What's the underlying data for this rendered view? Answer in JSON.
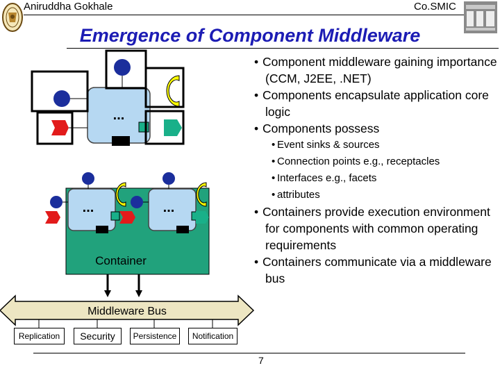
{
  "header": {
    "author": "Aniruddha Gokhale",
    "project": "Co.SMIC"
  },
  "slide": {
    "title": "Emergence of Component Middleware",
    "page_number": "7"
  },
  "diagram": {
    "ellipsis": "...",
    "container_label": "Container",
    "bus_label": "Middleware Bus",
    "services": [
      "Replication",
      "Security",
      "Persistence",
      "Notification"
    ],
    "colors": {
      "component_fill": "#b6d8f2",
      "container_fill": "#21a27c",
      "facet_blue": "#1b2e9c",
      "receptacle_yellow": "#ffff00",
      "event_source_red": "#e21b1b",
      "event_sink_green": "#19b089",
      "bus_fill": "#ede6c2"
    }
  },
  "bullets": [
    {
      "level": 1,
      "text": "Component middleware gaining importance (CCM, J2EE, .NET)"
    },
    {
      "level": 1,
      "text": "Components encapsulate application core logic"
    },
    {
      "level": 1,
      "text": "Components possess"
    },
    {
      "level": 2,
      "text": "Event sinks & sources"
    },
    {
      "level": 2,
      "text": "Connection points e.g., receptacles"
    },
    {
      "level": 2,
      "text": "Interfaces e.g., facets"
    },
    {
      "level": 2,
      "text": "attributes"
    },
    {
      "level": 1,
      "text": "Containers provide execution environment for components with common operating requirements"
    },
    {
      "level": 1,
      "text": "Containers communicate via a middleware bus"
    }
  ]
}
